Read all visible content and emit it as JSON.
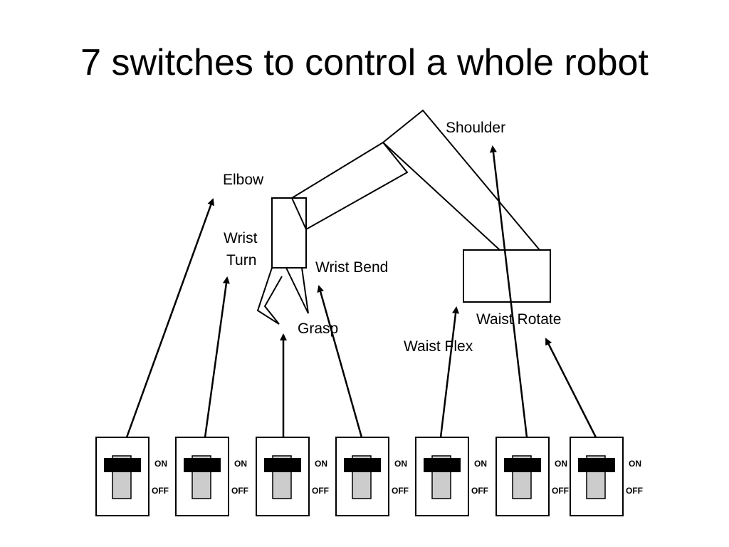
{
  "title": "7 switches to control a whole robot",
  "labels": {
    "elbow": "Elbow",
    "wrist_turn_1": "Wrist",
    "wrist_turn_2": "Turn",
    "wrist_bend": "Wrist Bend",
    "grasp": "Grasp",
    "shoulder": "Shoulder",
    "waist_rotate": "Waist Rotate",
    "waist_flex": "Waist Flex"
  },
  "switches": [
    {
      "target": "Elbow",
      "on": "ON",
      "off": "OFF"
    },
    {
      "target": "Wrist Turn",
      "on": "ON",
      "off": "OFF"
    },
    {
      "target": "Grasp",
      "on": "ON",
      "off": "OFF"
    },
    {
      "target": "Wrist Bend",
      "on": "ON",
      "off": "OFF"
    },
    {
      "target": "Waist Flex",
      "on": "ON",
      "off": "OFF"
    },
    {
      "target": "Shoulder",
      "on": "ON",
      "off": "OFF"
    },
    {
      "target": "Waist Rotate",
      "on": "ON",
      "off": "OFF"
    }
  ]
}
